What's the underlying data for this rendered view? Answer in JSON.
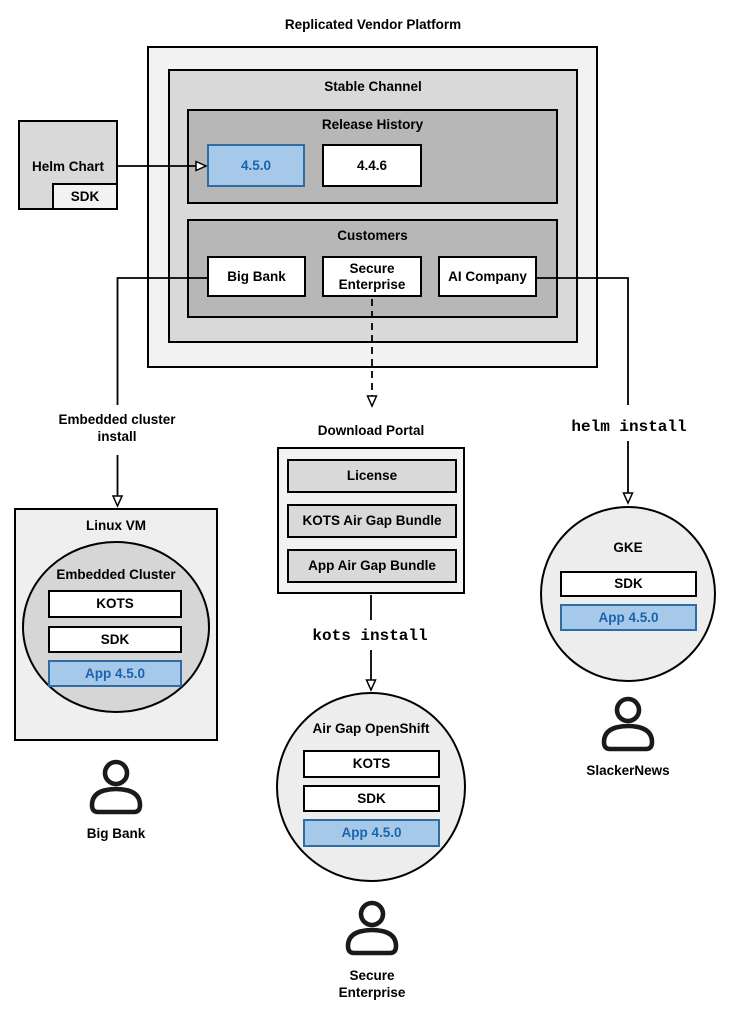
{
  "title": "Replicated Vendor Platform",
  "colors": {
    "platform_bg": "#f2f2f2",
    "channel_bg": "#d9d9d9",
    "section_bg": "#b7b7b7",
    "portal_bg": "#f2f2f2",
    "portal_item_bg": "#d9d9d9",
    "vm_bg": "#efefef",
    "cluster_circle_bg": "#d6d6d6",
    "node_circle_bg": "#ededed",
    "highlight_fill": "#a6c9ea",
    "highlight_border": "#2d6da4",
    "highlight_text": "#1a64ae",
    "line_color": "#000000"
  },
  "platform": {
    "stable_channel": {
      "label": "Stable Channel",
      "release_history": {
        "label": "Release History",
        "releases": [
          {
            "version": "4.5.0"
          },
          {
            "version": "4.4.6"
          }
        ]
      },
      "customers": {
        "label": "Customers",
        "items": [
          {
            "name": "Big Bank"
          },
          {
            "name": "Secure\nEnterprise"
          },
          {
            "name": "AI Company"
          }
        ]
      }
    }
  },
  "helm_chart": {
    "label": "Helm Chart",
    "sdk": "SDK"
  },
  "flow_labels": {
    "embedded_install": "Embedded cluster\ninstall",
    "helm_install": "helm install",
    "kots_install": "kots install"
  },
  "download_portal": {
    "label": "Download Portal",
    "items": [
      {
        "name": "License"
      },
      {
        "name": "KOTS Air Gap Bundle"
      },
      {
        "name": "App Air Gap Bundle"
      }
    ]
  },
  "linux_vm": {
    "label": "Linux VM",
    "cluster_label": "Embedded Cluster",
    "components": [
      {
        "name": "KOTS"
      },
      {
        "name": "SDK"
      },
      {
        "name": "App 4.5.0"
      }
    ],
    "user": "Big Bank"
  },
  "openshift": {
    "label": "Air Gap OpenShift",
    "components": [
      {
        "name": "KOTS"
      },
      {
        "name": "SDK"
      },
      {
        "name": "App 4.5.0"
      }
    ],
    "user": "Secure\nEnterprise"
  },
  "gke": {
    "label": "GKE",
    "components": [
      {
        "name": "SDK"
      },
      {
        "name": "App 4.5.0"
      }
    ],
    "user": "SlackerNews"
  }
}
